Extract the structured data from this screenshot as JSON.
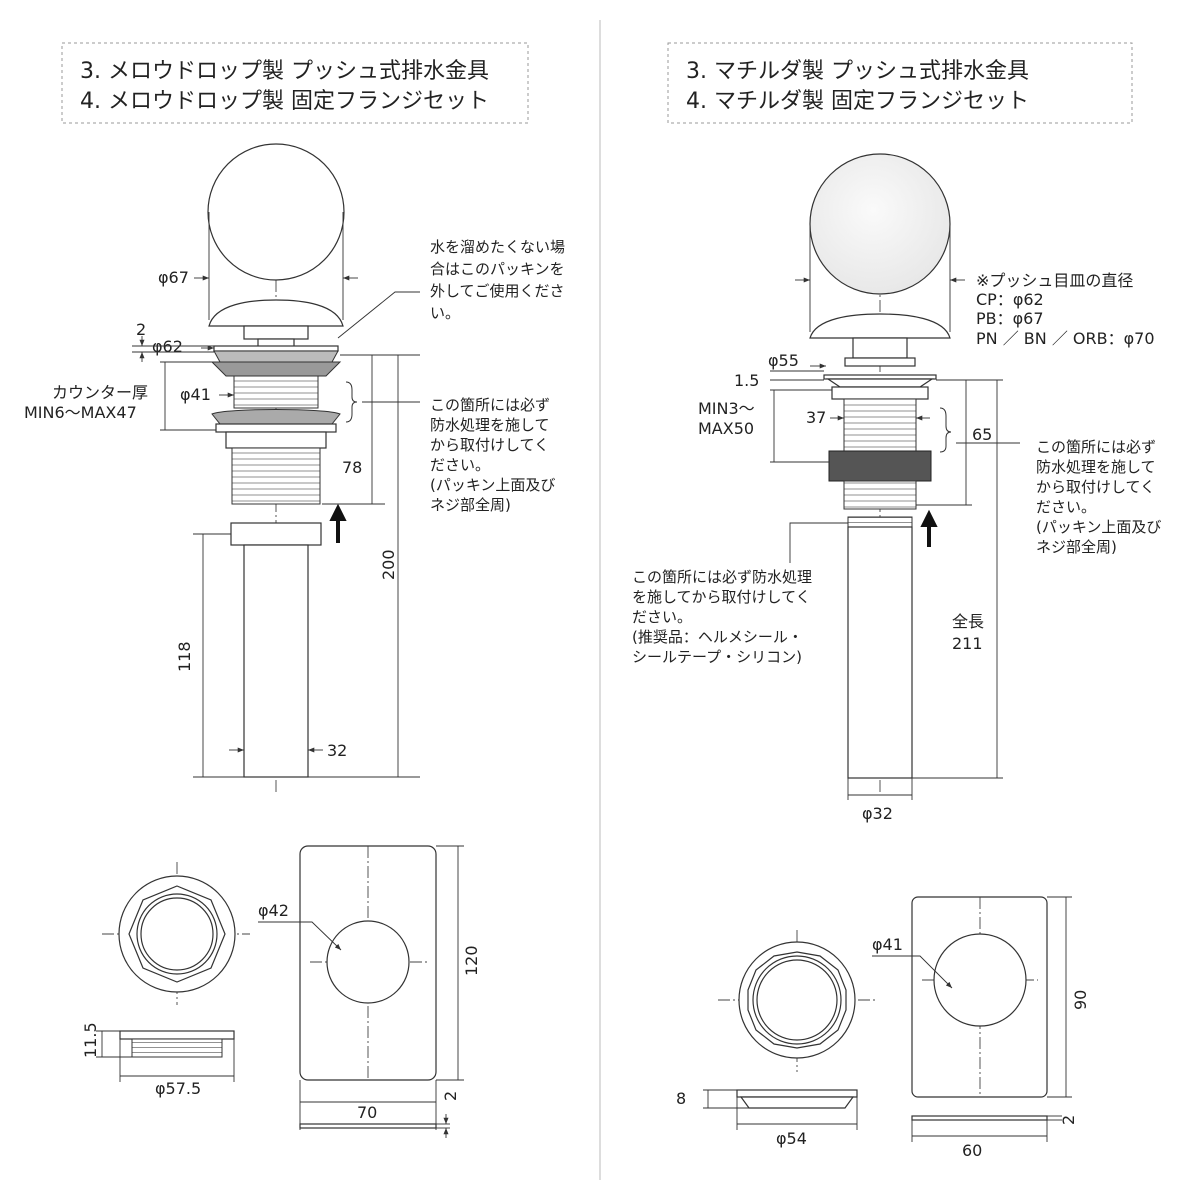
{
  "left": {
    "title_line1": "3. メロウドロップ製 プッシュ式排水金具",
    "title_line2": "4. メロウドロップ製 固定フランジセット",
    "dim_phi67": "φ67",
    "dim_phi62": "φ62",
    "dim_2": "2",
    "dim_phi41": "φ41",
    "counter_label": "カウンター厚",
    "counter_range": "MIN6〜MAX47",
    "dim_78": "78",
    "dim_200": "200",
    "dim_118": "118",
    "dim_32": "32",
    "note_packing": [
      "水を溜めたくない場",
      "合はこのパッキンを",
      "外してご使用くださ",
      "い。"
    ],
    "note_waterproof": [
      "この箇所には必ず",
      "防水処理を施して",
      "から取付けしてく",
      "ださい。",
      "(パッキン上面及び",
      "ネジ部全周)"
    ],
    "nut_dim_height": "11.5",
    "nut_dim_dia": "φ57.5",
    "plate_hole": "φ42",
    "plate_height": "120",
    "plate_width": "70",
    "plate_thick": "2"
  },
  "right": {
    "title_line1": "3. マチルダ製 プッシュ式排水金具",
    "title_line2": "4. マチルダ製 固定フランジセット",
    "note_push": [
      "※プッシュ目皿の直径",
      "CP：φ62",
      "PB：φ67",
      "PN ／ BN ／ ORB：φ70"
    ],
    "dim_phi55": "φ55",
    "dim_1_5": "1.5",
    "counter_range1": "MIN3〜",
    "counter_range2": "MAX50",
    "dim_37": "37",
    "dim_65": "65",
    "note_waterproof": [
      "この箇所には必ず",
      "防水処理を施して",
      "から取付けしてく",
      "ださい。",
      "(パッキン上面及び",
      "ネジ部全周)"
    ],
    "note_pipe": [
      "この箇所には必ず防水処理",
      "を施してから取付けしてく",
      "ださい。",
      "(推奨品：ヘルメシール・",
      " シールテープ・シリコン)"
    ],
    "total_label": "全長",
    "total_value": "211",
    "dim_phi32": "φ32",
    "plate_hole": "φ41",
    "plate_height": "90",
    "plate_width": "60",
    "plate_thick": "2",
    "nut_dim_height": "8",
    "nut_dim_dia": "φ54"
  }
}
